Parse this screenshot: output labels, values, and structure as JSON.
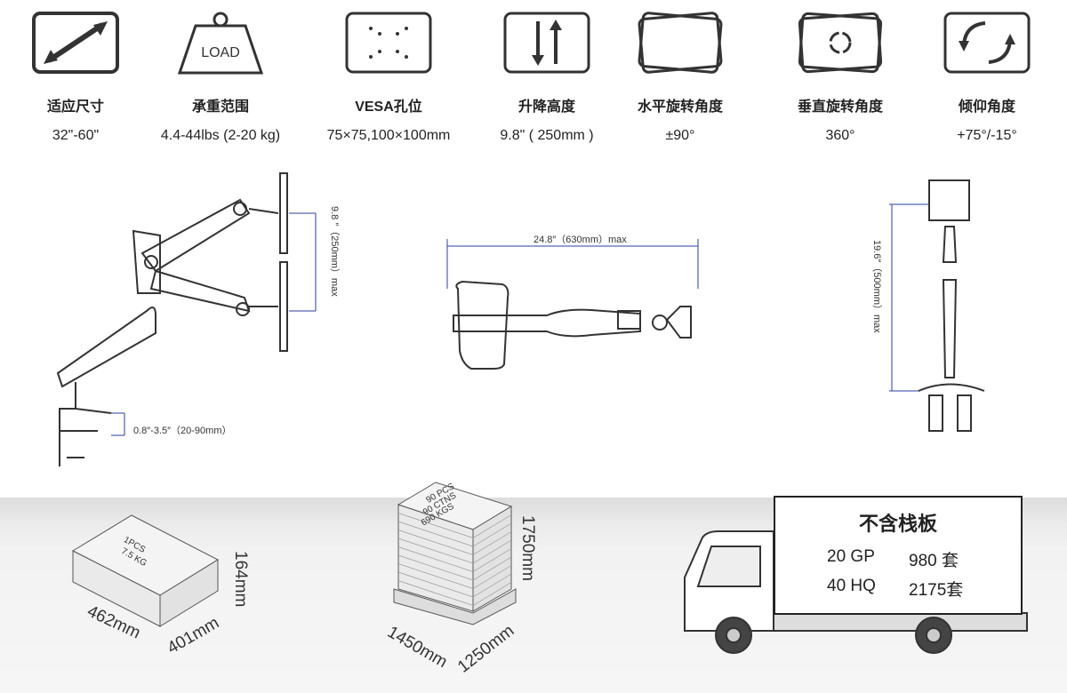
{
  "specs": [
    {
      "icon": "size-arrow-icon",
      "label": "适应尺寸",
      "value": "32\"-60\""
    },
    {
      "icon": "load-weight-icon",
      "icon_text": "LOAD",
      "label": "承重范围",
      "value": "4.4-44lbs (2-20 kg)"
    },
    {
      "icon": "vesa-holes-icon",
      "label": "VESA孔位",
      "value": "75×75,100×100mm"
    },
    {
      "icon": "height-adjust-icon",
      "label": "升降高度",
      "value": "9.8\" ( 250mm )"
    },
    {
      "icon": "swivel-icon",
      "label": "水平旋转角度",
      "value": "±90°"
    },
    {
      "icon": "rotation-icon",
      "label": "垂直旋转角度",
      "value": "360°"
    },
    {
      "icon": "tilt-icon",
      "label": "倾仰角度",
      "value": "+75°/-15°"
    }
  ],
  "diagrams": {
    "side_height": "9.8 ″（250mm）max",
    "clamp": "0.8″-3.5″（20-90mm）",
    "reach": "24.8″（630mm）max",
    "pole_height": "19.6″（500mm）max"
  },
  "carton": {
    "text1": "1PCS",
    "text2": "7.5 KG",
    "length": "462mm",
    "width": "401mm",
    "height": "164mm"
  },
  "pallet": {
    "text1": "90 PCS",
    "text2": "90 CTNS",
    "text3": "690 KGS",
    "length": "1450mm",
    "width": "1250mm",
    "height": "1750mm"
  },
  "shipping": {
    "title": "不含栈板",
    "rows": [
      {
        "container": "20 GP",
        "qty": "980 套"
      },
      {
        "container": "40 HQ",
        "qty": "2175套"
      }
    ]
  }
}
